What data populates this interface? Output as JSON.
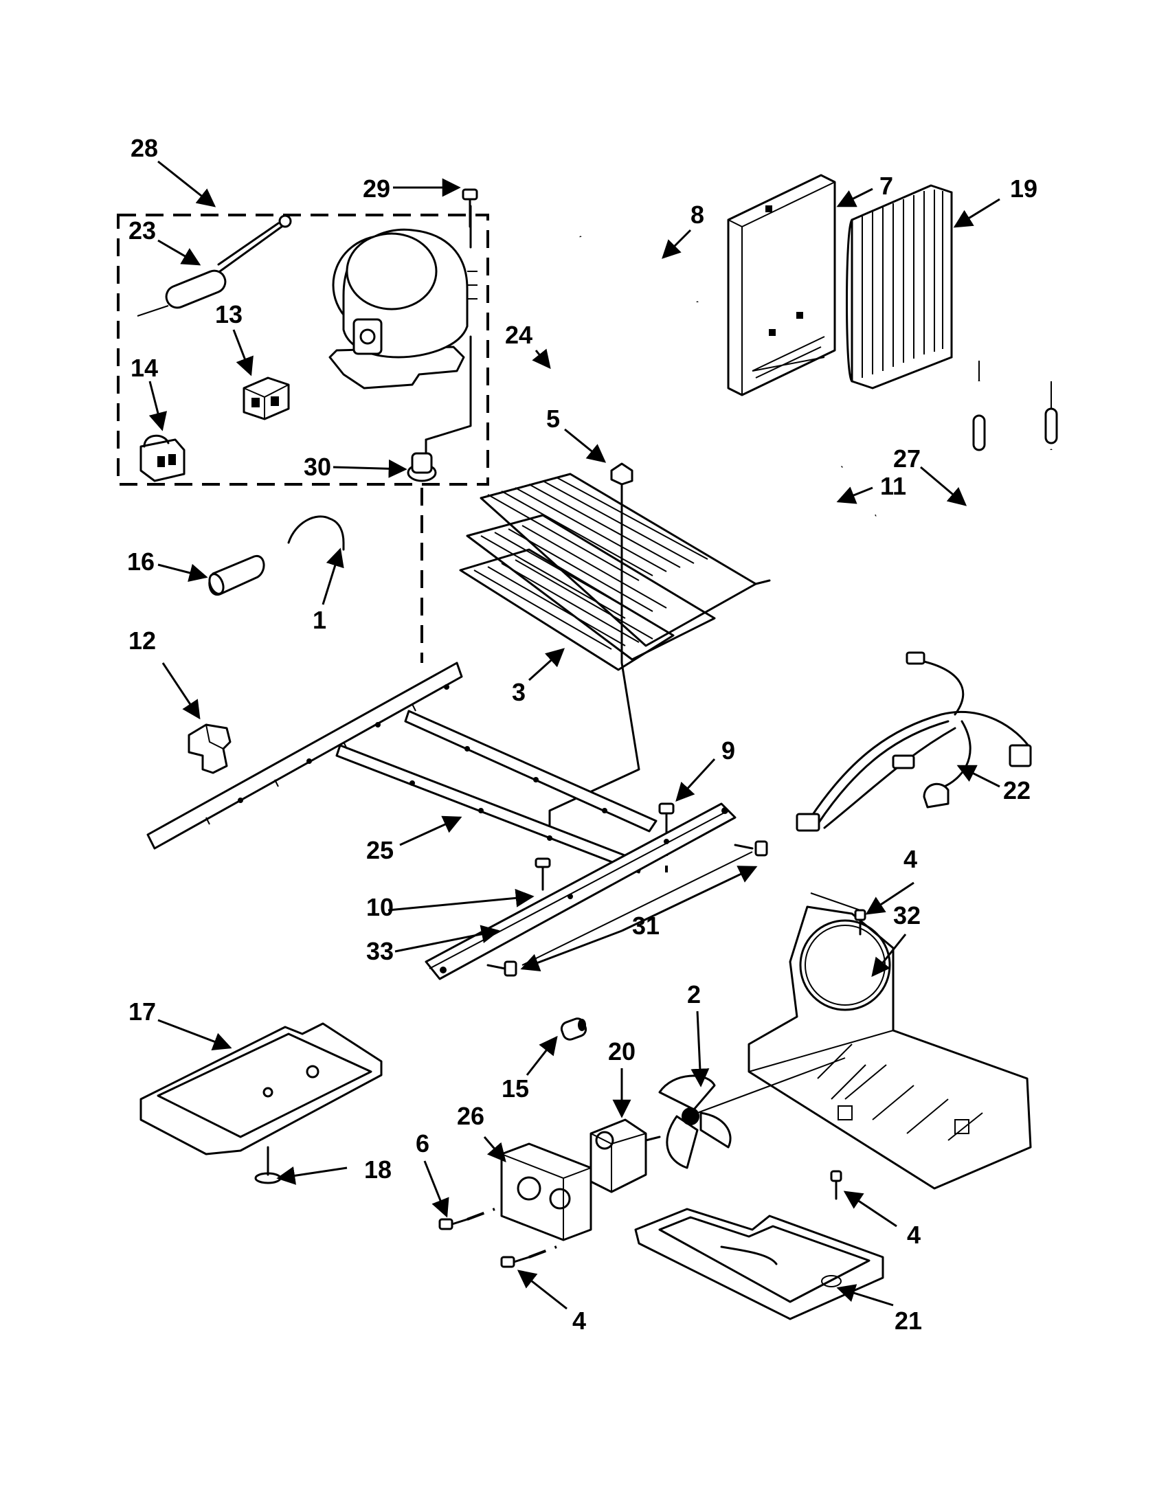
{
  "labels": {
    "p1": "1",
    "p2": "2",
    "p3": "3",
    "p4a": "4",
    "p4b": "4",
    "p4c": "4",
    "p5": "5",
    "p6": "6",
    "p7": "7",
    "p8": "8",
    "p9": "9",
    "p10": "10",
    "p11": "11",
    "p12": "12",
    "p13": "13",
    "p14": "14",
    "p15": "15",
    "p16": "16",
    "p17": "17",
    "p18": "18",
    "p19": "19",
    "p20": "20",
    "p21": "21",
    "p22": "22",
    "p23": "23",
    "p24": "24",
    "p25": "25",
    "p26": "26",
    "p27": "27",
    "p28": "28",
    "p29": "29",
    "p30": "30",
    "p31": "31",
    "p32": "32",
    "p33": "33"
  }
}
